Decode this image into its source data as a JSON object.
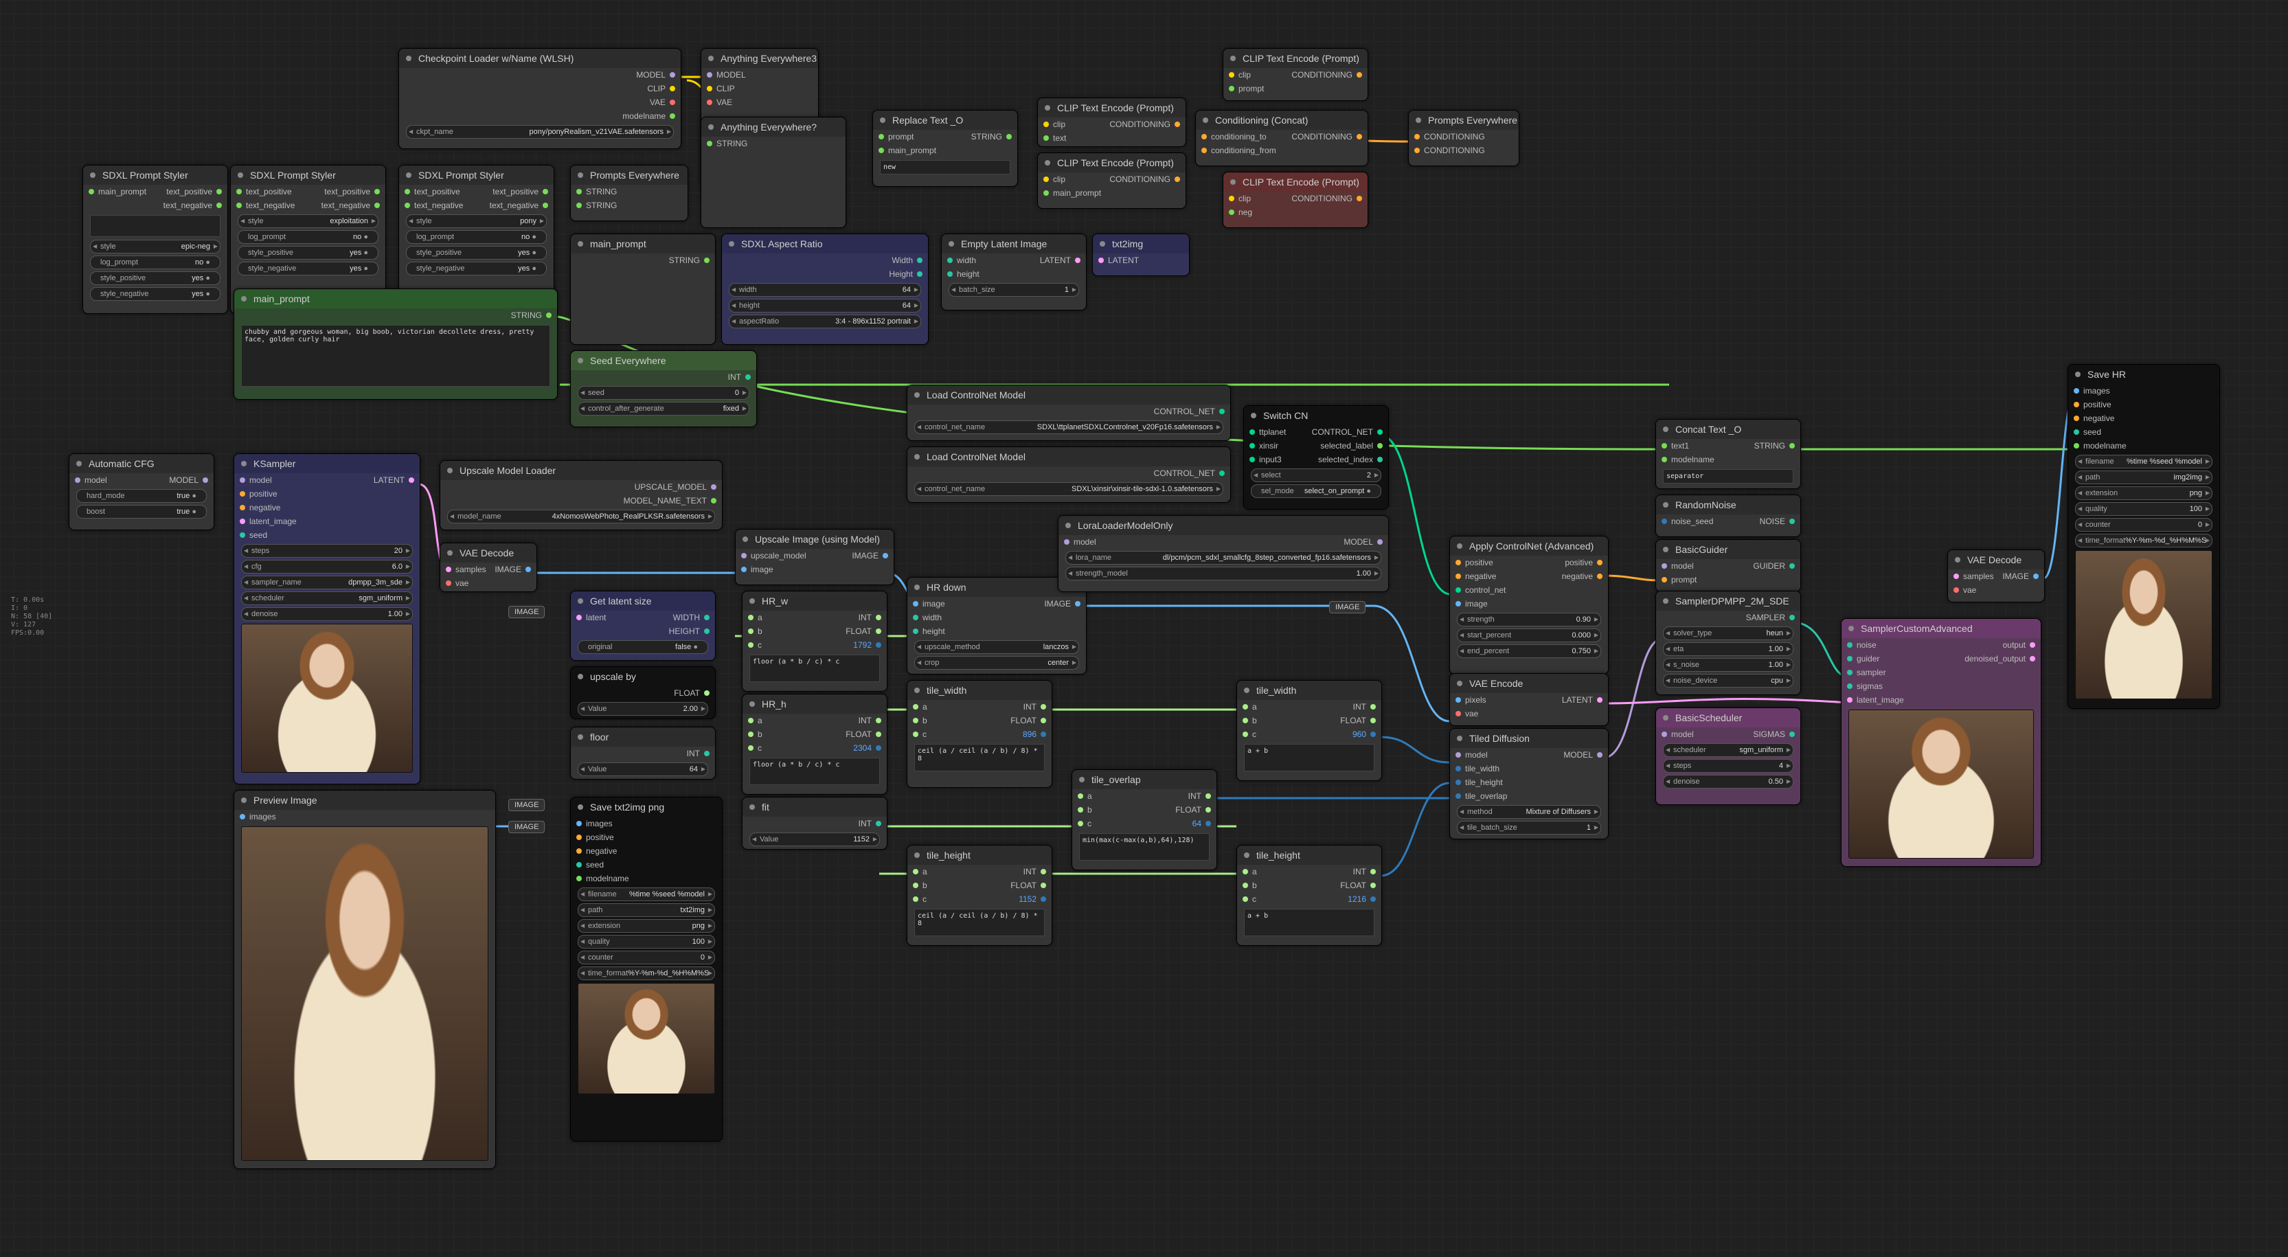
{
  "stats": [
    "T: 0.00s",
    "I: 0",
    "N: 58 [40]",
    "V: 127",
    "FPS:0.00"
  ],
  "colors": {
    "model": "#b39ddb",
    "clip": "#ffd500",
    "vae": "#ff6e6e",
    "conditioning": "#ffa931",
    "latent": "#ff9cf9",
    "image": "#64b5f6",
    "int": "#29c7a4",
    "string": "#77dd55",
    "float": "#aaee88",
    "controlnet": "#00d78d"
  },
  "nodes": {
    "ckpt": {
      "title": "Checkpoint Loader w/Name (WLSH)",
      "outs": [
        "MODEL",
        "CLIP",
        "VAE",
        "modelname"
      ],
      "widget_label": "ckpt_name",
      "widget_value": "pony/ponyRealism_v21VAE.safetensors"
    },
    "anyev3": {
      "title": "Anything Everywhere3",
      "ins": [
        "MODEL",
        "CLIP",
        "VAE"
      ]
    },
    "anyevq": {
      "title": "Anything Everywhere?",
      "ins": [
        "STRING"
      ]
    },
    "replace": {
      "title": "Replace Text _O",
      "ins": [
        "prompt",
        "main_prompt"
      ],
      "out": "STRING",
      "widget": "new"
    },
    "clip1": {
      "title": "CLIP Text Encode (Prompt)",
      "ins": [
        "clip",
        "text"
      ],
      "out": "CONDITIONING"
    },
    "clip2": {
      "title": "CLIP Text Encode (Prompt)",
      "ins": [
        "clip",
        "main_prompt"
      ],
      "out": "CONDITIONING"
    },
    "clip3": {
      "title": "CLIP Text Encode (Prompt)",
      "ins": [
        "clip",
        "prompt"
      ],
      "out": "CONDITIONING"
    },
    "concat": {
      "title": "Conditioning (Concat)",
      "ins": [
        "conditioning_to",
        "conditioning_from"
      ],
      "out": "CONDITIONING"
    },
    "clip4": {
      "title": "CLIP Text Encode (Prompt)",
      "ins": [
        "clip",
        "neg"
      ],
      "out": "CONDITIONING"
    },
    "promptsev2": {
      "title": "Prompts Everywhere",
      "ins": [
        "CONDITIONING",
        "CONDITIONING"
      ]
    },
    "styler1": {
      "title": "SDXL Prompt Styler",
      "in": "main_prompt",
      "outs": [
        "text_positive",
        "text_negative"
      ],
      "style": "epic-neg",
      "log": "no",
      "sp": "yes",
      "sn": "yes"
    },
    "styler2": {
      "title": "SDXL Prompt Styler",
      "ins": [
        "text_positive",
        "text_negative"
      ],
      "style": "exploitation",
      "log": "no",
      "sp": "yes",
      "sn": "yes"
    },
    "styler3": {
      "title": "SDXL Prompt Styler",
      "ins": [
        "text_positive",
        "text_negative"
      ],
      "style": "pony",
      "log": "no",
      "sp": "yes",
      "sn": "yes"
    },
    "promptsev1": {
      "title": "Prompts Everywhere",
      "ins": [
        "STRING",
        "STRING"
      ]
    },
    "mainprompt": {
      "title": "main_prompt",
      "out": "STRING",
      "text": "chubby and gorgeous woman, big boob, victorian decollete dress, pretty face, golden curly hair"
    },
    "mainprompt2": {
      "title": "main_prompt",
      "out": "STRING"
    },
    "aspect": {
      "title": "SDXL Aspect Ratio",
      "outs": [
        "Width",
        "Height"
      ],
      "width": "64",
      "height": "64",
      "ratio": "3:4 - 896x1152 portrait"
    },
    "emptylatent": {
      "title": "Empty Latent Image",
      "ins": [
        "width",
        "height"
      ],
      "out": "LATENT",
      "batch": "1"
    },
    "txt2img": {
      "title": "txt2img",
      "in": "LATENT"
    },
    "seedev": {
      "title": "Seed Everywhere",
      "out": "INT",
      "seed": "0",
      "cag": "fixed"
    },
    "autocfg": {
      "title": "Automatic CFG",
      "in": "model",
      "out": "MODEL",
      "hard": "true",
      "boost": "true"
    },
    "ksampler": {
      "title": "KSampler",
      "ins": [
        "model",
        "positive",
        "negative",
        "latent_image",
        "seed"
      ],
      "out": "LATENT",
      "steps": "20",
      "cfg": "6.0",
      "sampler": "dpmpp_3m_sde",
      "scheduler": "sgm_uniform",
      "denoise": "1.00"
    },
    "upmodel": {
      "title": "Upscale Model Loader",
      "outs": [
        "UPSCALE_MODEL",
        "MODEL_NAME_TEXT"
      ],
      "model": "4xNomosWebPhoto_RealPLKSR.safetensors"
    },
    "vaedec": {
      "title": "VAE Decode",
      "ins": [
        "samples",
        "vae"
      ],
      "out": "IMAGE"
    },
    "cn1": {
      "title": "Load ControlNet Model",
      "out": "CONTROL_NET",
      "name": "SDXL\\ttplanetSDXLControlnet_v20Fp16.safetensors"
    },
    "cn2": {
      "title": "Load ControlNet Model",
      "out": "CONTROL_NET",
      "name": "SDXL\\xinsir\\xinsir-tile-sdxl-1.0.safetensors"
    },
    "switch": {
      "title": "Switch CN",
      "ins": [
        "ttplanet",
        "xinsir",
        "input3"
      ],
      "outs": [
        "CONTROL_NET",
        "selected_label",
        "selected_index"
      ],
      "select": "2",
      "sel_mode": "select_on_prompt"
    },
    "upimg": {
      "title": "Upscale Image (using Model)",
      "ins": [
        "upscale_model",
        "image"
      ],
      "out": "IMAGE"
    },
    "getlatent": {
      "title": "Get latent size",
      "in": "latent",
      "outs": [
        "WIDTH",
        "HEIGHT"
      ],
      "original": "false"
    },
    "upby": {
      "title": "upscale by",
      "out": "FLOAT",
      "value": "2.00"
    },
    "floor": {
      "title": "floor",
      "out": "INT",
      "value": "64"
    },
    "hrw": {
      "title": "HR_w",
      "ins": [
        "a",
        "b",
        "c"
      ],
      "outs": [
        "INT",
        "FLOAT"
      ],
      "val": "1792",
      "expr": "floor (a * b / c) * c"
    },
    "hrh": {
      "title": "HR_h",
      "ins": [
        "a",
        "b",
        "c"
      ],
      "outs": [
        "INT",
        "FLOAT"
      ],
      "val": "2304",
      "expr": "floor (a * b / c) * c"
    },
    "fit": {
      "title": "fit",
      "out": "INT",
      "value": "1152"
    },
    "hrdown": {
      "title": "HR down",
      "ins": [
        "image",
        "width",
        "height"
      ],
      "out": "IMAGE",
      "method": "lanczos",
      "crop": "center"
    },
    "lora": {
      "title": "LoraLoaderModelOnly",
      "in": "model",
      "out": "MODEL",
      "name": "dl/pcm/pcm_sdxl_smallcfg_8step_converted_fp16.safetensors",
      "strength": "1.00"
    },
    "tw1": {
      "title": "tile_width",
      "ins": [
        "a",
        "b",
        "c"
      ],
      "outs": [
        "INT",
        "FLOAT"
      ],
      "val": "896",
      "expr": "ceil (a / ceil (a / b) / 8) * 8"
    },
    "th1": {
      "title": "tile_height",
      "ins": [
        "a",
        "b",
        "c"
      ],
      "outs": [
        "INT",
        "FLOAT"
      ],
      "val": "1152",
      "expr": "ceil (a / ceil (a / b) / 8) * 8"
    },
    "overlap": {
      "title": "tile_overlap",
      "ins": [
        "a",
        "b",
        "c"
      ],
      "outs": [
        "INT",
        "FLOAT"
      ],
      "val": "64",
      "expr": "min(max(c-max(a,b),64),128)"
    },
    "tw2": {
      "title": "tile_width",
      "ins": [
        "a",
        "b",
        "c"
      ],
      "outs": [
        "INT",
        "FLOAT"
      ],
      "val": "960",
      "expr": "a + b"
    },
    "th2": {
      "title": "tile_height",
      "ins": [
        "a",
        "b",
        "c"
      ],
      "outs": [
        "INT",
        "FLOAT"
      ],
      "val": "1216",
      "expr": "a + b"
    },
    "applycn": {
      "title": "Apply ControlNet (Advanced)",
      "ins": [
        "positive",
        "negative",
        "control_net",
        "image"
      ],
      "outs": [
        "positive",
        "negative"
      ],
      "strength": "0.90",
      "start": "0.000",
      "end": "0.750"
    },
    "vaeenc": {
      "title": "VAE Encode",
      "ins": [
        "pixels",
        "vae"
      ],
      "out": "LATENT"
    },
    "tiled": {
      "title": "Tiled Diffusion",
      "ins": [
        "model",
        "tile_width",
        "tile_height",
        "tile_overlap"
      ],
      "out": "MODEL",
      "method": "Mixture of Diffusers",
      "batch": "1"
    },
    "concattext": {
      "title": "Concat Text _O",
      "ins": [
        "text1",
        "modelname"
      ],
      "out": "STRING",
      "sep": "separator"
    },
    "noise": {
      "title": "RandomNoise",
      "in": "noise_seed",
      "out": "NOISE"
    },
    "guider": {
      "title": "BasicGuider",
      "ins": [
        "model",
        "prompt"
      ],
      "out": "GUIDER"
    },
    "dpm": {
      "title": "SamplerDPMPP_2M_SDE",
      "out": "SAMPLER",
      "solver": "heun",
      "eta": "1.00",
      "snoise": "1.00",
      "device": "cpu"
    },
    "basicsched": {
      "title": "BasicScheduler",
      "in": "model",
      "out": "SIGMAS",
      "scheduler": "sgm_uniform",
      "steps": "4",
      "denoise": "0.50"
    },
    "sca": {
      "title": "SamplerCustomAdvanced",
      "ins": [
        "noise",
        "guider",
        "sampler",
        "sigmas",
        "latent_image"
      ],
      "outs": [
        "output",
        "denoised_output"
      ]
    },
    "vaedec2": {
      "title": "VAE Decode",
      "ins": [
        "samples",
        "vae"
      ],
      "out": "IMAGE"
    },
    "savehr": {
      "title": "Save HR",
      "ins": [
        "images",
        "positive",
        "negative",
        "seed",
        "modelname"
      ],
      "filename": "%time %seed %model",
      "path": "img2img",
      "ext": "png",
      "quality": "100",
      "counter": "0",
      "tf": "%Y-%m-%d_%H%M%S"
    },
    "preview": {
      "title": "Preview Image",
      "in": "images"
    },
    "savetxt": {
      "title": "Save txt2img png",
      "ins": [
        "images",
        "positive",
        "negative",
        "seed",
        "modelname"
      ],
      "filename": "%time %seed %model",
      "path": "txt2img",
      "ext": "png",
      "quality": "100",
      "counter": "0",
      "tf": "%Y-%m-%d_%H%M%S"
    }
  },
  "reroutes": [
    "IMAGE",
    "IMAGE",
    "IMAGE",
    "IMAGE"
  ],
  "labels": {
    "width": "width",
    "height": "height",
    "aspectRatio": "aspectRatio",
    "batch_size": "batch_size",
    "seed": "seed",
    "control_after_generate": "control_after_generate",
    "style": "style",
    "log_prompt": "log_prompt",
    "style_positive": "style_positive",
    "style_negative": "style_negative",
    "hard_mode": "hard_mode",
    "boost": "boost",
    "steps": "steps",
    "cfg": "cfg",
    "sampler_name": "sampler_name",
    "scheduler": "scheduler",
    "denoise": "denoise",
    "model_name": "model_name",
    "control_net_name": "control_net_name",
    "select": "select",
    "sel_mode": "sel_mode",
    "original": "original",
    "Value": "Value",
    "upscale_method": "upscale_method",
    "crop": "crop",
    "lora_name": "lora_name",
    "strength_model": "strength_model",
    "strength": "strength",
    "start_percent": "start_percent",
    "end_percent": "end_percent",
    "method": "method",
    "tile_batch_size": "tile_batch_size",
    "solver_type": "solver_type",
    "eta": "eta",
    "s_noise": "s_noise",
    "noise_device": "noise_device",
    "filename": "filename",
    "path": "path",
    "extension": "extension",
    "quality": "quality",
    "counter": "counter",
    "time_format": "time_format"
  }
}
